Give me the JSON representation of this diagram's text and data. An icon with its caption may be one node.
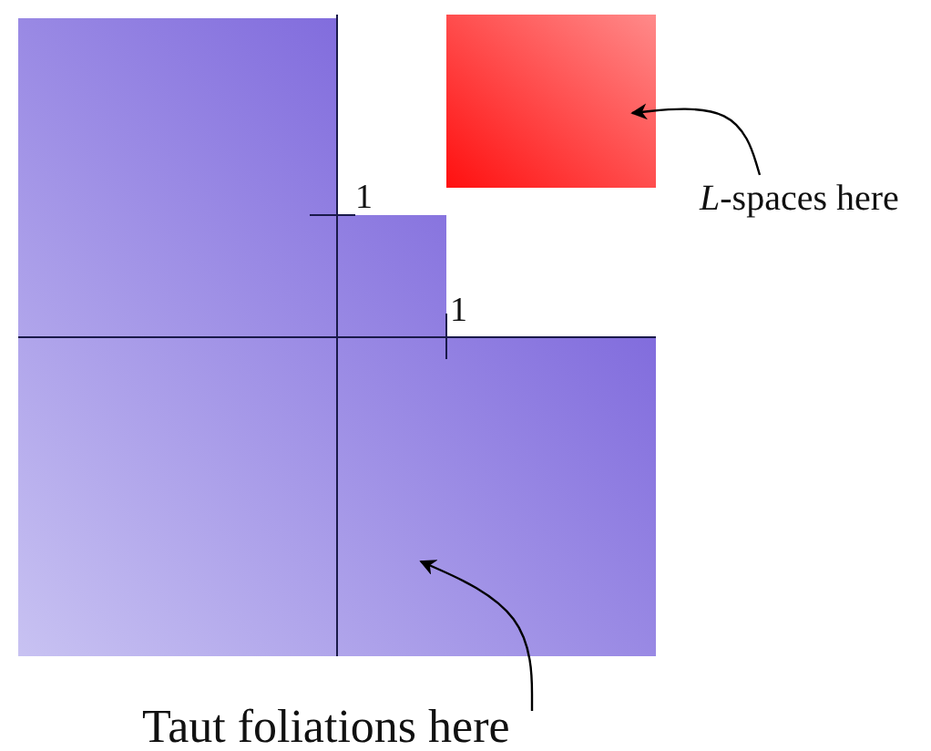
{
  "diagram": {
    "nodes": [
      {
        "text": [],
        "shape": "region"
      },
      {
        "text": [],
        "shape": "box"
      },
      {
        "text": [
          "*L*-spaces here"
        ]
      },
      {
        "text": [
          "Taut foliations here"
        ]
      }
    ],
    "edges": [
      {
        "from": 2,
        "to": 1,
        "arrow": "to"
      },
      {
        "from": 3,
        "to": 0,
        "arrow": "to"
      }
    ],
    "labels": [
      "1",
      "1"
    ]
  }
}
